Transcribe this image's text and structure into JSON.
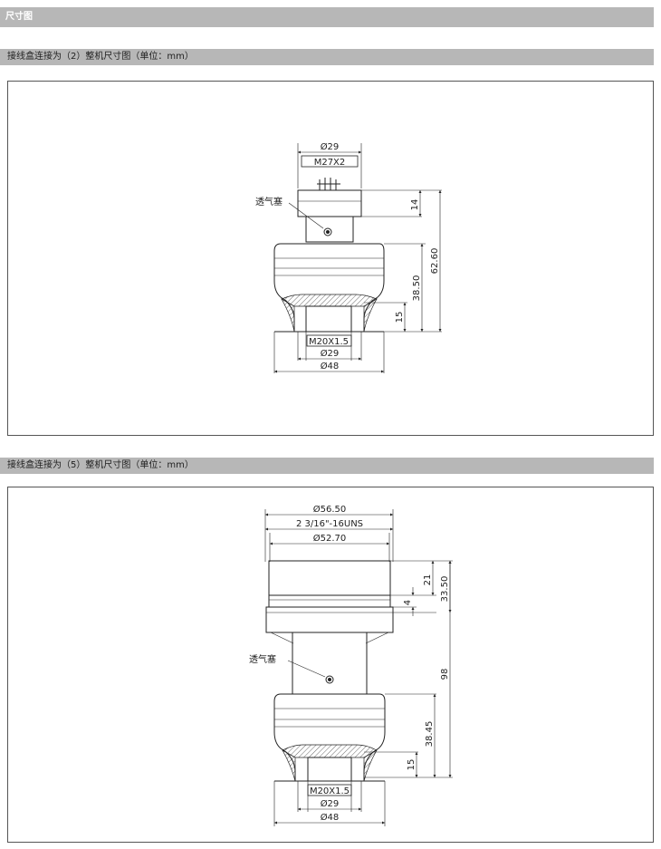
{
  "header": {
    "title": "尺寸图"
  },
  "sections": [
    {
      "title": "接线盒连接为（2）整机尺寸图（单位：mm）",
      "vent_label": "透气塞",
      "dims": {
        "top_dia": "Ø29",
        "thread": "M27X2",
        "h14": "14",
        "h62": "62.60",
        "h38": "38.50",
        "h15": "15",
        "bottom_thread": "M20X1.5",
        "bottom_dia": "Ø29",
        "body_dia": "Ø48"
      }
    },
    {
      "title": "接线盒连接为（5）整机尺寸图（单位：mm）",
      "vent_label": "透气塞",
      "dims": {
        "top_dia": "Ø56.50",
        "thread": "2 3/16\"-16UNS",
        "inner_dia": "Ø52.70",
        "h21": "21",
        "h4": "4",
        "h33": "33.50",
        "h98": "98",
        "h38": "38.45",
        "h15": "15",
        "bottom_thread": "M20X1.5",
        "bottom_dia": "Ø29",
        "body_dia": "Ø48"
      }
    }
  ]
}
